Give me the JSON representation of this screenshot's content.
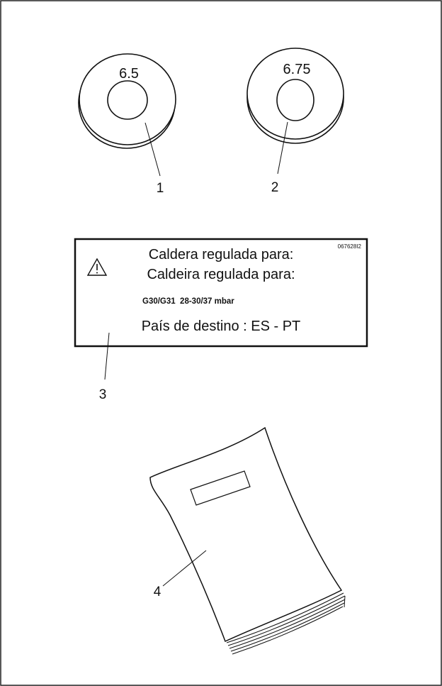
{
  "washers": [
    {
      "value_text": "6.5",
      "callout": "1"
    },
    {
      "value_text": "6.75",
      "callout": "2"
    }
  ],
  "label_plate": {
    "code": "067628I2",
    "line1": "Caldera regulada para:",
    "line2": "Caldeira regulada para:",
    "gas": "G30/G31  28-30/37 mbar",
    "destination": "País de destino : ES - PT",
    "callout": "3",
    "warning_icon": "warning-triangle-icon"
  },
  "booklet": {
    "callout": "4"
  }
}
